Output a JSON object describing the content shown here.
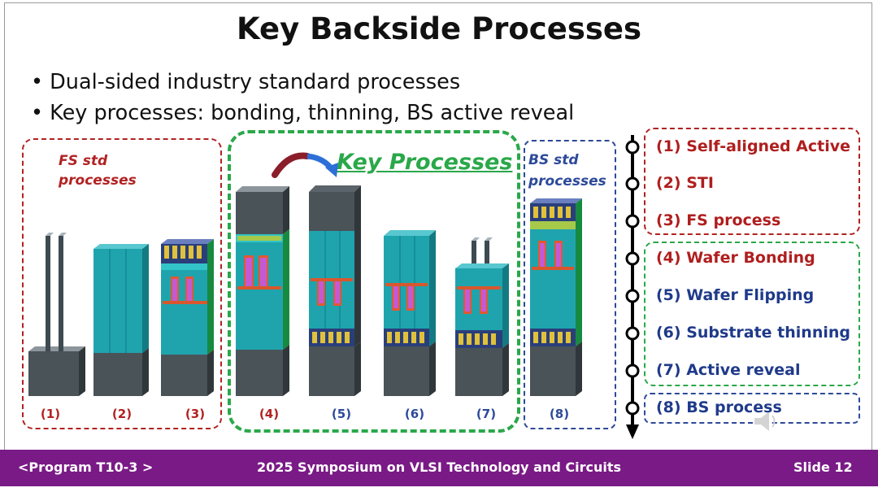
{
  "title": "Key Backside Processes",
  "bullets": [
    "• Dual-sided industry standard processes",
    "• Key processes: bonding, thinning, BS active reveal"
  ],
  "groups": {
    "fs": "FS std\nprocesses",
    "key": "Key Processes",
    "bs": "BS std\nprocesses"
  },
  "structure_labels": [
    "(1)",
    "(2)",
    "(3)",
    "(4)",
    "(5)",
    "(6)",
    "(7)",
    "(8)"
  ],
  "steps": [
    "(1) Self-aligned Active",
    "(2) STI",
    "(3) FS process",
    "(4) Wafer Bonding",
    "(5) Wafer Flipping",
    "(6) Substrate thinning",
    "(7) Active reveal",
    "(8) BS process"
  ],
  "footer": {
    "left": "<Program T10-3 >",
    "center": "2025 Symposium on VLSI Technology and Circuits",
    "right": "Slide 12"
  },
  "colors": {
    "fs_red": "#b22222",
    "key_green": "#2aa84a",
    "bs_blue": "#2d4a9a",
    "footer_purple": "#7a1a86"
  },
  "icons": [
    "speaker-icon",
    "flip-arrow-icon"
  ]
}
